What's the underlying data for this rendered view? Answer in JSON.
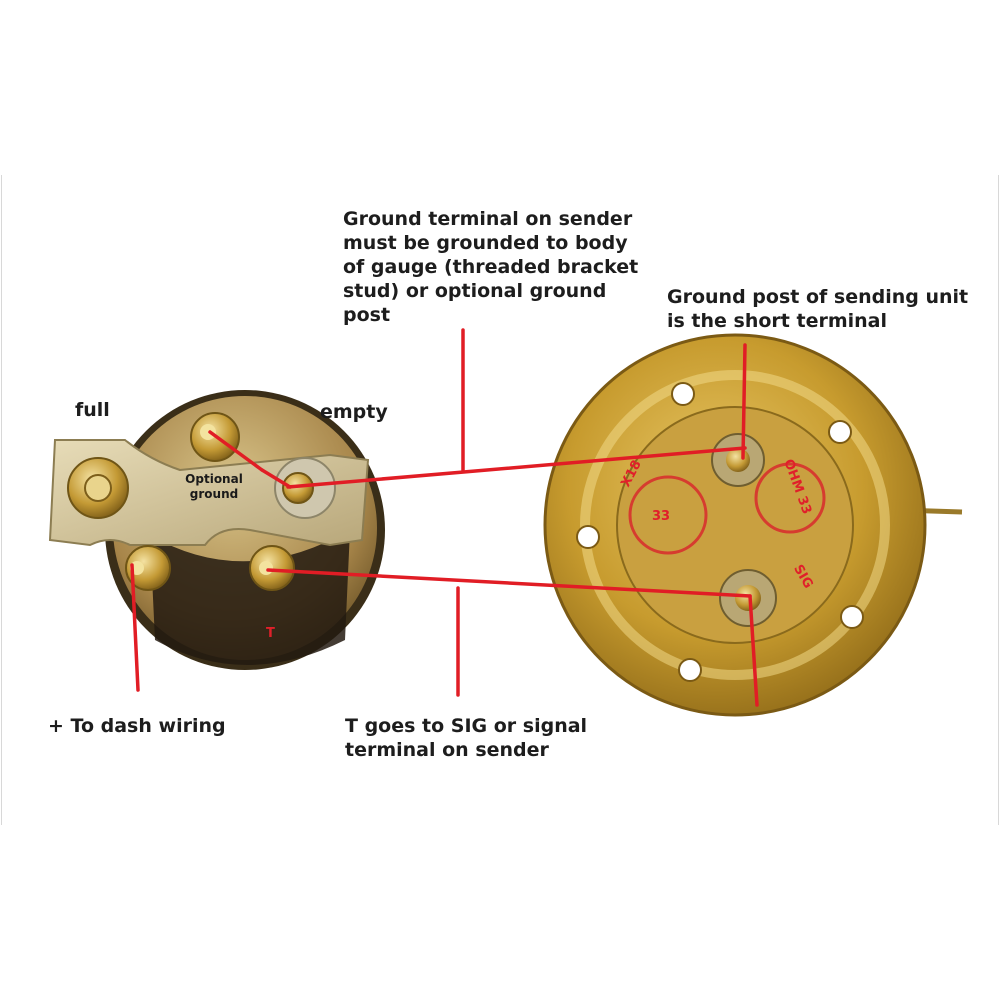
{
  "labels": {
    "full": "full",
    "empty": "empty",
    "optional_ground": "Optional\nground",
    "t_marker": "T",
    "ground_sender_note": "Ground terminal on sender\nmust be grounded to body\nof gauge (threaded bracket\nstud) or optional ground\npost",
    "ground_post_note": "Ground post of sending unit\nis the short terminal",
    "dash_wiring": "+ To dash wiring",
    "t_signal_note": "T goes to SIG or signal\nterminal on sender"
  },
  "sender_stamps": {
    "top": "X18",
    "right": "OHM 33",
    "center": "33",
    "bottom": "SIG"
  },
  "colors": {
    "wire": "#e11d25",
    "brass": "#c9a23a",
    "brass_dark": "#8a6a1c",
    "label": "#1d1d1d"
  }
}
